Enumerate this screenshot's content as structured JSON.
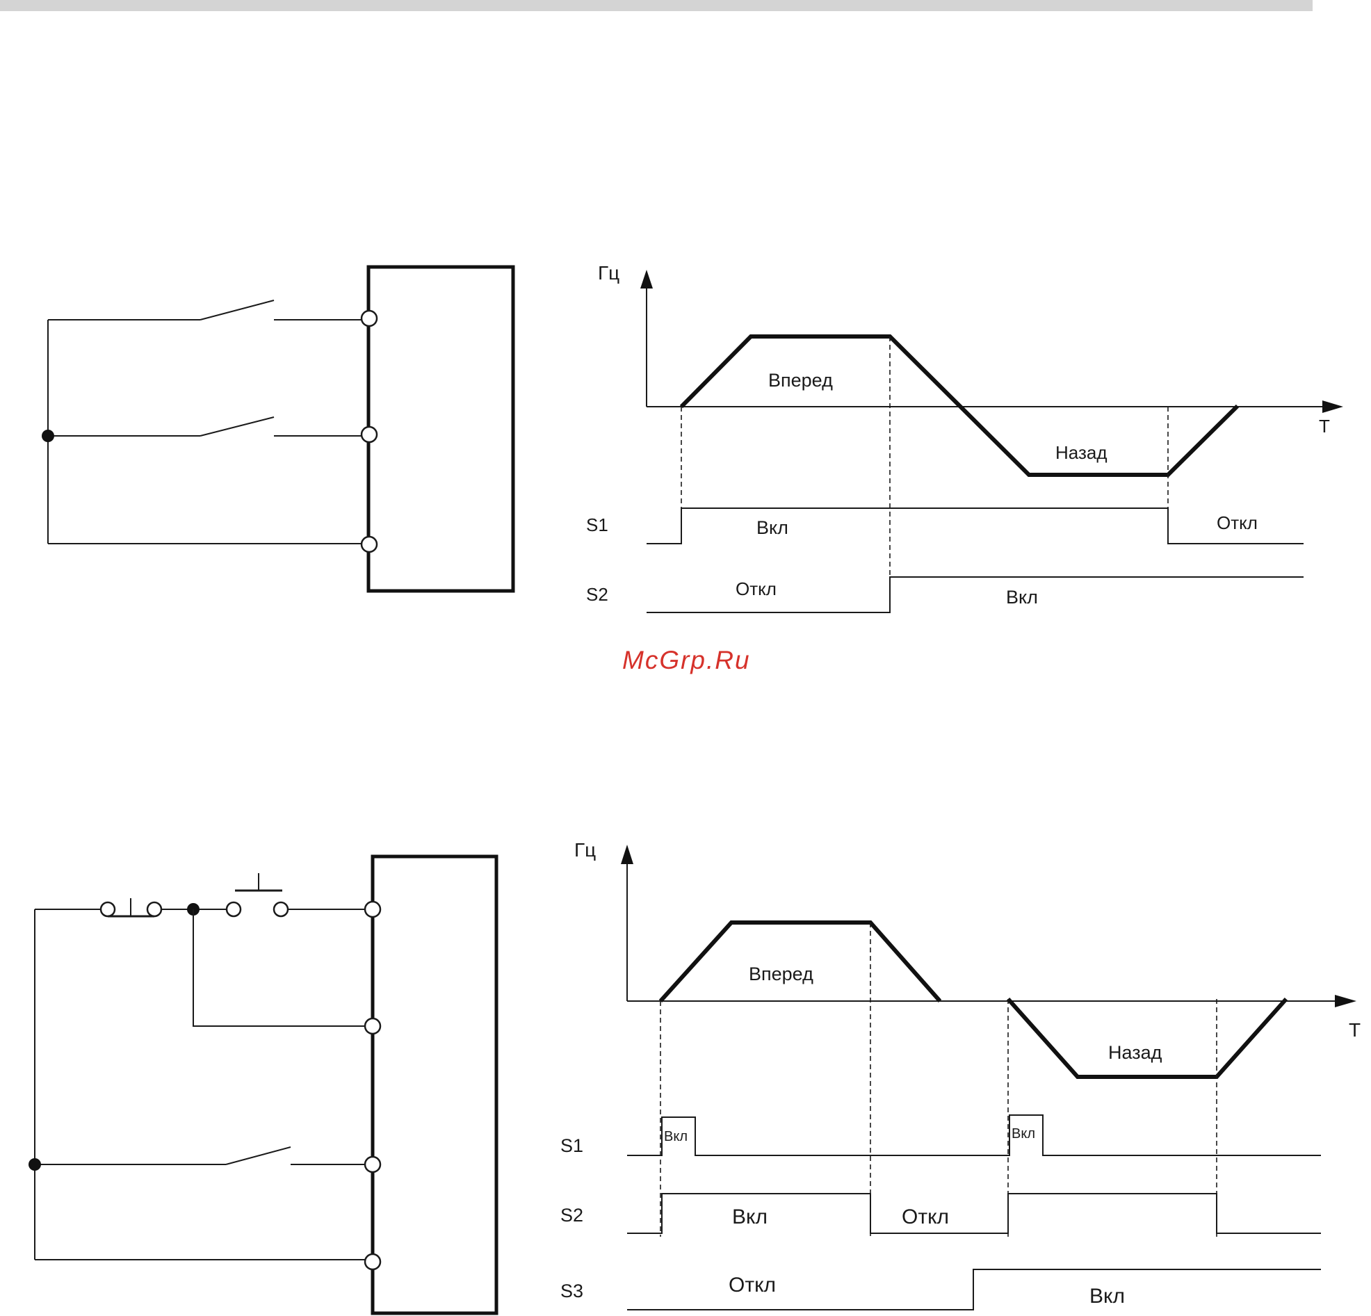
{
  "colors": {
    "header_bar": "#d4d4d4",
    "line": "#1a1a1a",
    "watermark": "#d6322b"
  },
  "watermark": {
    "text": "McGrp.Ru"
  },
  "diagram_top": {
    "freq_axis_label": "Гц",
    "time_axis_label": "T",
    "forward_label": "Вперед",
    "reverse_label": "Назад",
    "s1": {
      "label": "S1",
      "on": "Вкл",
      "off": "Откл"
    },
    "s2": {
      "label": "S2",
      "off": "Откл",
      "on": "Вкл"
    }
  },
  "diagram_bottom": {
    "freq_axis_label": "Гц",
    "time_axis_label": "T",
    "forward_label": "Вперед",
    "reverse_label": "Назад",
    "s1": {
      "label": "S1",
      "pulse1": "Вкл",
      "pulse2": "Вкл"
    },
    "s2": {
      "label": "S2",
      "on": "Вкл",
      "off": "Откл"
    },
    "s3": {
      "label": "S3",
      "off": "Откл",
      "on": "Вкл"
    }
  }
}
